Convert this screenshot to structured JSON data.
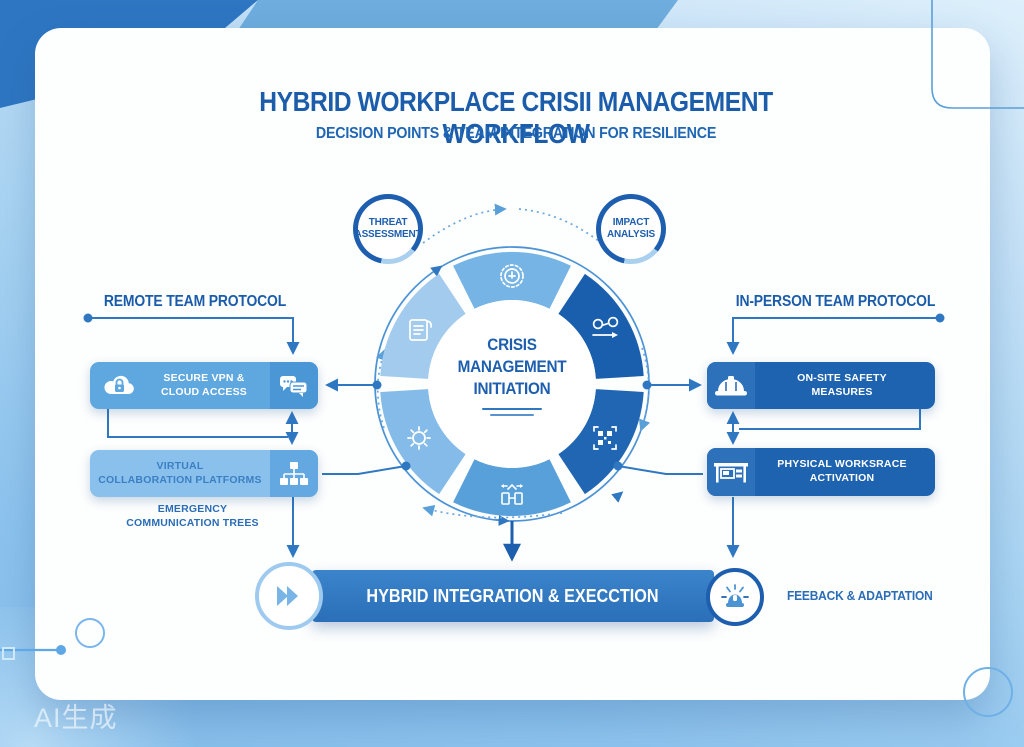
{
  "watermark": "AI生成",
  "header": {
    "title": "HYBRID WORKPLACE CRISII MANAGEMENT WORKFLOW",
    "subtitle": "DECISION POINTS & TEAM INTEGRATION FOR RESILIENCE"
  },
  "badges": {
    "threat": {
      "line1": "THREAT",
      "line2": "ASSESSMENT"
    },
    "impact": {
      "line1": "IMPACT",
      "line2": "ANALYSIS"
    }
  },
  "wheel": {
    "line1": "CRISIS",
    "line2": "MANAGEMENT",
    "line3": "INITIATION",
    "segment_icons": [
      "gauge-icon",
      "decision-flow-icon",
      "qr-scan-icon",
      "team-devices-icon",
      "gear-icon",
      "incident-report-icon"
    ]
  },
  "left": {
    "heading": "REMOTE TEAM PROTOCOL",
    "box1": {
      "line1": "SECURE VPN &",
      "line2": "CLOUD ACCESS",
      "icons": [
        "cloud-lock-icon",
        "chat-bubbles-icon"
      ]
    },
    "box2": {
      "line1": "VIRTUAL",
      "line2": "COLLABORATION PLATFORMS",
      "icons": [
        "org-chart-icon"
      ]
    },
    "note": {
      "line1": "EMERGENCY",
      "line2": "COMMUNICATION TREES"
    }
  },
  "right": {
    "heading": "IN-PERSON TEAM PROTOCOL",
    "box1": {
      "line1": "ON-SITE SAFETY",
      "line2": "MEASURES",
      "icons": [
        "hard-hat-icon"
      ]
    },
    "box2": {
      "line1": "PHYSICAL WORKSRACE",
      "line2": "ACTIVATION",
      "icons": [
        "desk-icon"
      ]
    }
  },
  "bottom": {
    "bar": "HYBRID INTEGRATION & EXECCTION",
    "left_icon": "fast-forward-icon",
    "right_icon": "siren-icon",
    "feedback": "FEEBACK & ADAPTATION"
  },
  "colors": {
    "title_blue": "#1c5dab",
    "dark_blue": "#1d5fae",
    "box_dark": "#1e63b0",
    "box_medium": "#5fa7df",
    "box_light": "#8ac0ec",
    "bar_blue": "#2e76c1",
    "connector": "#2f77c1",
    "sky_bg": "#8ec4ee"
  }
}
